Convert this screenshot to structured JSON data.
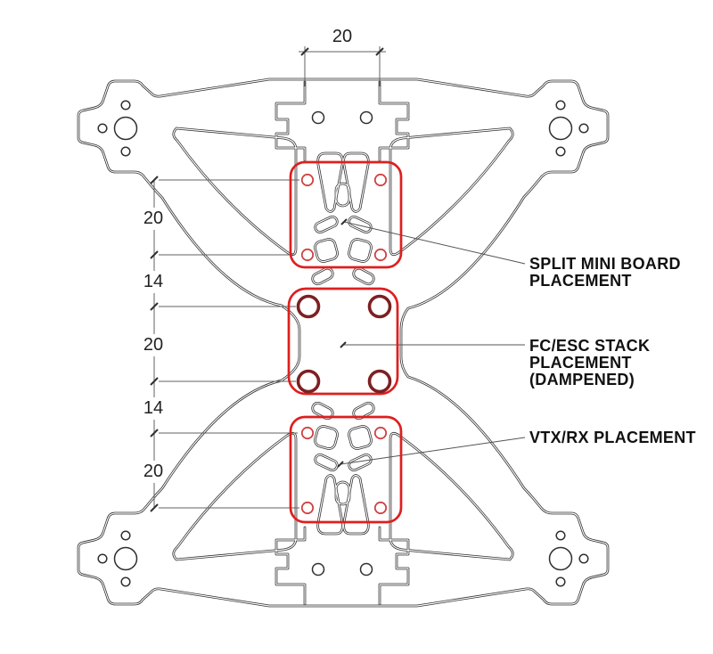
{
  "page": {
    "background": "#ffffff",
    "content_type": "drone frame technical drawing"
  },
  "dimensions": {
    "top_width_mm": "20",
    "left_chain_mm": [
      "20",
      "14",
      "20",
      "14",
      "20"
    ]
  },
  "callouts": {
    "split_board": {
      "line1": "SPLIT MINI BOARD",
      "line2": "PLACEMENT"
    },
    "fc_esc": {
      "line1": "FC/ESC STACK",
      "line2": "PLACEMENT",
      "line3": "(DAMPENED)"
    },
    "vtx_rx": {
      "line1": "VTX/RX PLACEMENT"
    }
  },
  "colors": {
    "outline_dark": "#2f2f2f",
    "dimension_line": "#606060",
    "highlight_box_red": "#de1f1f",
    "hole_ring_red": "#d04343",
    "grommet_dark_red": "#7d2022",
    "label_text": "#111111"
  }
}
